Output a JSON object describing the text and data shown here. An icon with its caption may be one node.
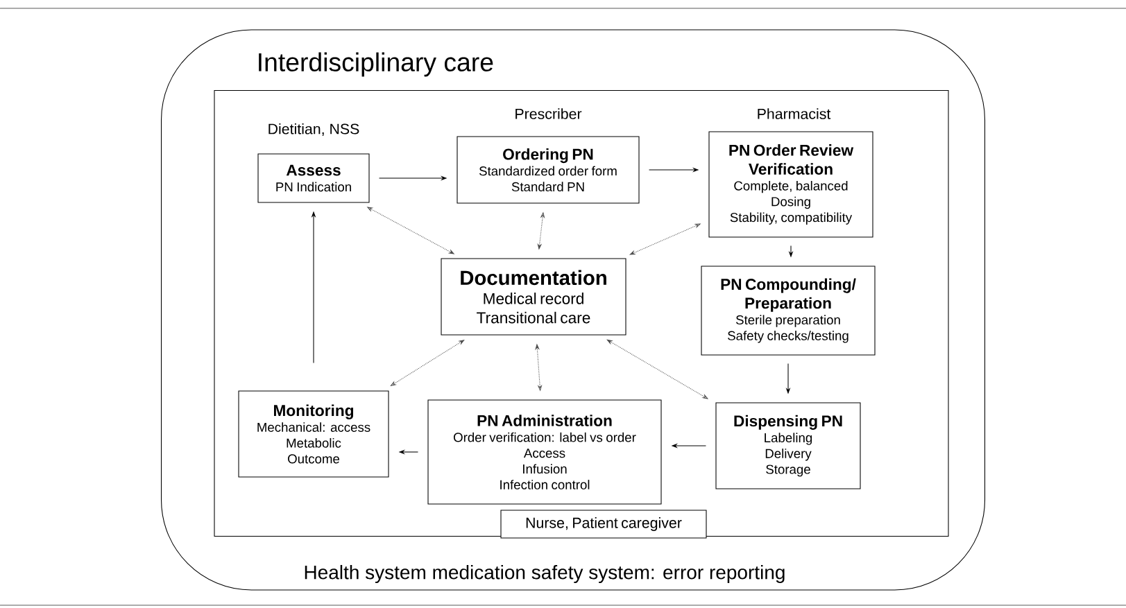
{
  "diagram": {
    "nodes": [
      {
        "text": [
          "Interdisciplinary care",
          "Health system medication safety system: error reporting"
        ]
      },
      {
        "text": [],
        "shape": "box",
        "in": 0
      },
      {
        "text": [
          "Assess",
          "PN Indication"
        ],
        "beside": [
          "Dietitian, NSS"
        ],
        "in": 1
      },
      {
        "text": [
          "Ordering PN",
          "Standardized order form",
          "Standard PN"
        ],
        "beside": [
          "Prescriber"
        ],
        "in": 1
      },
      {
        "text": [
          "PN Order Review Verification",
          "Complete, balanced",
          "Dosing",
          "Stability, compatibility"
        ],
        "beside": [
          "Pharmacist"
        ],
        "in": 1
      },
      {
        "text": [
          "Documentation",
          "Medical record",
          "Transitional care"
        ],
        "in": 1
      },
      {
        "text": [
          "PN Compounding/ Preparation",
          "Sterile preparation",
          "Safety checks/testing"
        ],
        "in": 1
      },
      {
        "text": [
          "Monitoring",
          "Mechanical: access",
          "Metabolic",
          "Outcome"
        ],
        "in": 1
      },
      {
        "text": [
          "PN Administration",
          "Order verification: label vs order",
          "Access",
          "Infusion",
          "Infection control"
        ],
        "in": 1
      },
      {
        "text": [
          "Dispensing PN",
          "Labeling",
          "Delivery",
          "Storage"
        ],
        "in": 1
      },
      {
        "text": [
          "Nurse, Patient caregiver"
        ],
        "in": 1
      }
    ],
    "edges": [
      {
        "from": 2,
        "to": 3,
        "arrow": "to"
      },
      {
        "from": 3,
        "to": 4,
        "arrow": "to"
      },
      {
        "from": 4,
        "to": 6,
        "arrow": "to"
      },
      {
        "from": 6,
        "to": 9,
        "arrow": "to"
      },
      {
        "from": 9,
        "to": 8,
        "arrow": "to"
      },
      {
        "from": 8,
        "to": 7,
        "arrow": "to"
      },
      {
        "from": 7,
        "to": 2,
        "arrow": "to"
      },
      {
        "from": 5,
        "to": 2,
        "arrow": "both",
        "style": "dashed"
      },
      {
        "from": 5,
        "to": 3,
        "arrow": "both",
        "style": "dashed"
      },
      {
        "from": 5,
        "to": 4,
        "arrow": "both",
        "style": "dashed"
      },
      {
        "from": 5,
        "to": 9,
        "arrow": "both",
        "style": "dashed"
      },
      {
        "from": 5,
        "to": 8,
        "arrow": "both",
        "style": "dashed"
      },
      {
        "from": 5,
        "to": 7,
        "arrow": "both",
        "style": "dashed"
      }
    ]
  }
}
